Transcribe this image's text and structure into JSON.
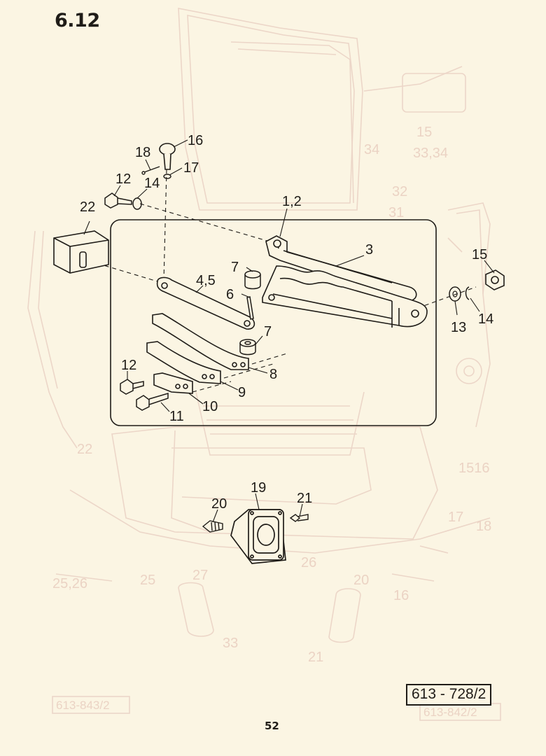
{
  "header": {
    "section_number": "6.12"
  },
  "footer": {
    "drawing_reference": "613 - 728/2",
    "page_number": "52"
  },
  "colors": {
    "ink": "#1f1c18",
    "paper": "#fbf5e3",
    "ghost": "#e9cfc0"
  },
  "callouts": [
    "16",
    "18",
    "17",
    "12",
    "14",
    "1,2",
    "22",
    "3",
    "7",
    "15",
    "4,5",
    "6",
    "7",
    "13",
    "14",
    "8",
    "12",
    "9",
    "10",
    "11",
    "19",
    "20",
    "21"
  ],
  "ghost_labels": [
    "15",
    "33,34",
    "32",
    "34",
    "1516",
    "17",
    "18",
    "21",
    "22",
    "25",
    "25,26",
    "27",
    "20",
    "26",
    "31",
    "33",
    "613-843/2",
    "613-842/2",
    "16"
  ]
}
